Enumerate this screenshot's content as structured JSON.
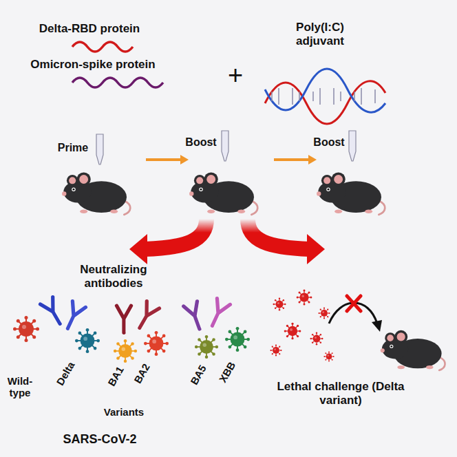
{
  "diagram": {
    "labels": [
      "Delta-RBD protein",
      "Omicron-spike protein",
      "+",
      "Poly(I:C) adjuvant",
      "Prime",
      "Boost",
      "Boost",
      "Neutralizing antibodies",
      "Wild-type",
      "Delta",
      "BA1",
      "BA2",
      "Variants",
      "BA5",
      "XBB",
      "SARS-CoV-2",
      "Lethal challenge (Delta variant)"
    ]
  }
}
